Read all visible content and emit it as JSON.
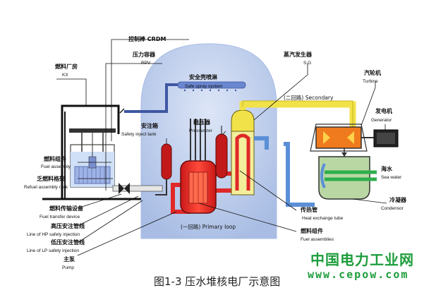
{
  "caption": "图1-3 压水堆核电厂示意图",
  "watermark": {
    "name": "中国电力工业网",
    "url": "www.cepow.com"
  },
  "labels": {
    "crdm_cn": "控制棒 CRDM",
    "rpv_cn": "压力容器",
    "rpv_en": "RPV",
    "kx_cn": "燃料厂房",
    "kx_en": "KX",
    "spray_cn": "安全壳喷淋",
    "spray_en": "Safe spray system",
    "sg_cn": "蒸汽发生器",
    "sg_en": "S.G",
    "turbine_cn": "汽轮机",
    "turbine_en": "Turbine",
    "secondary": "(二回路) Secondary",
    "generator_cn": "发电机",
    "generator_en": "Generator",
    "inject_tank_cn": "安注箱",
    "inject_tank_en": "Safety inject tank",
    "pressurizer_cn": "稳压器",
    "pressurizer_en": "Pressurizer",
    "fuel_asm_cn": "燃料组件",
    "fuel_asm_en": "Fuel assembly",
    "rack_cn": "乏燃料格架",
    "rack_en": "Refuel assembly rack",
    "seawater_cn": "海水",
    "seawater_en": "Sea water",
    "condenser_cn": "冷凝器",
    "condenser_en": "Condensor",
    "transfer_cn": "燃料传输设备",
    "transfer_en": "Fuel transfer device",
    "hx_cn": "传热管",
    "hx_en": "Heat exchange tube",
    "hp_cn": "高压安注管线",
    "hp_en": "Line of HP safety injection",
    "primary": "(一回路) Primary loop",
    "fuel_asms_cn": "燃料组件",
    "fuel_asms_en": "Fuel assemblies",
    "lp_cn": "低压安注管线",
    "lp_en": "Line of LP safety injection",
    "pump_cn": "主泵",
    "pump_en": "Pump"
  },
  "colors": {
    "containment": "#b9c9ea",
    "primary": "#e02828",
    "secondary_steam": "#f2e24a",
    "secondary_water": "#5b8fd6",
    "seawater": "#2fae4d",
    "turbine": "#f07a1e",
    "brand": "#1d9d3c"
  }
}
